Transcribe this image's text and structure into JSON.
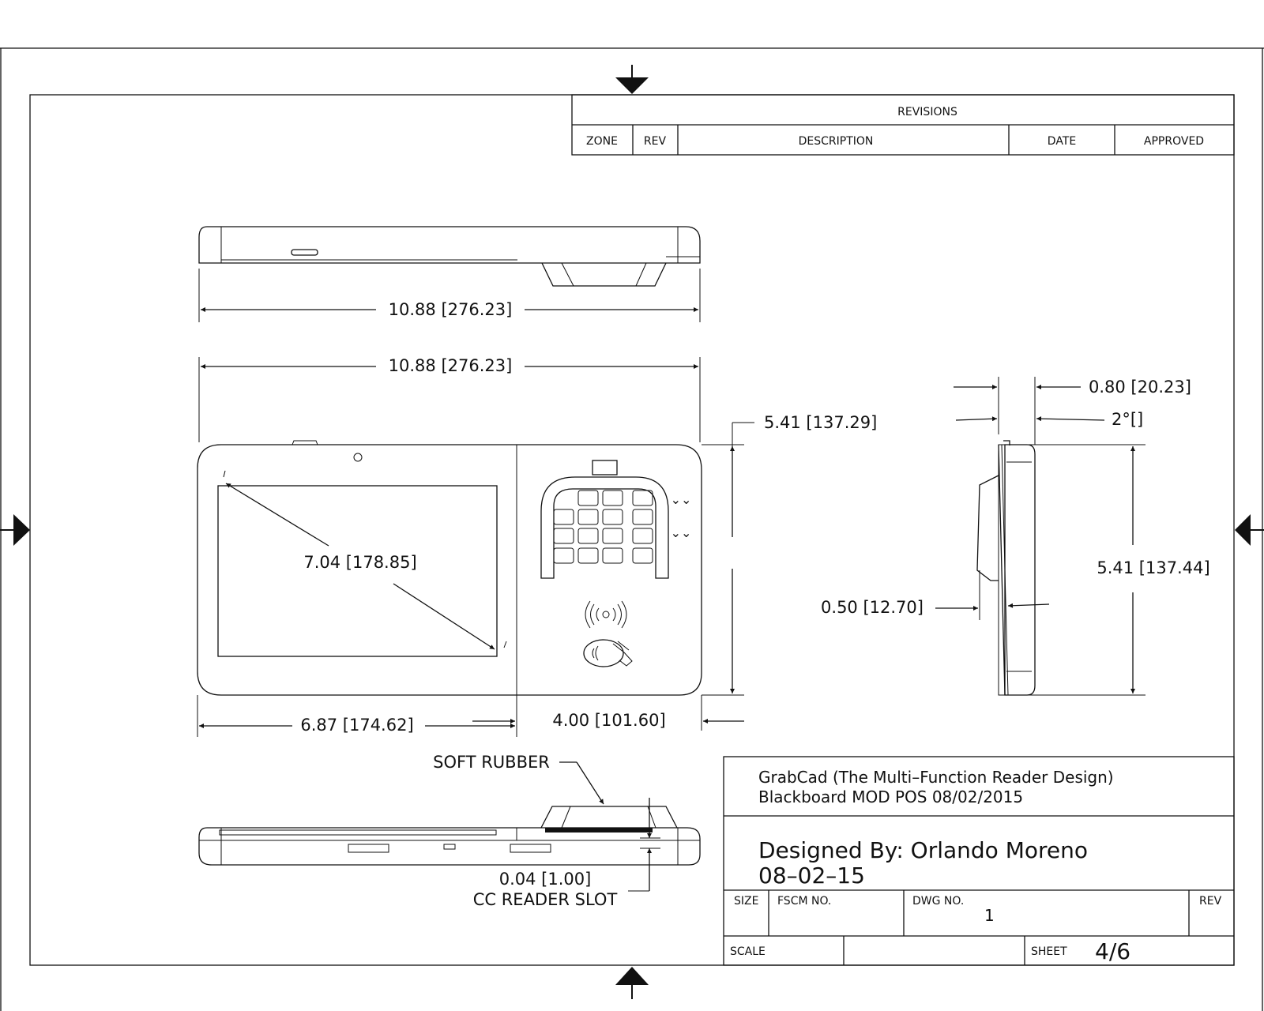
{
  "revisions": {
    "title": "REVISIONS",
    "columns": [
      "ZONE",
      "REV",
      "DESCRIPTION",
      "DATE",
      "APPROVED"
    ]
  },
  "dimensions": {
    "top_width": "10.88 [276.23]",
    "front_width": "10.88 [276.23]",
    "front_height": "5.41 [137.29]",
    "screen_diag": "7.04 [178.85]",
    "left_section": "6.87 [174.62]",
    "right_section": "4.00 [101.60]",
    "side_depth": "0.80 [20.23]",
    "side_angle": "2°[]",
    "side_height": "5.41 [137.44]",
    "side_thickness": "0.50 [12.70]",
    "slot_size": "0.04 [1.00]",
    "slot_label": "CC READER SLOT",
    "rubber_label": "SOFT RUBBER"
  },
  "title_block": {
    "line1": "GrabCad (The Multi–Function Reader Design)",
    "line2": "Blackboard MOD POS 08/02/2015",
    "designer": "Designed By: Orlando Moreno",
    "date": "08–02–15",
    "size_label": "SIZE",
    "fscm_label": "FSCM NO.",
    "dwg_label": "DWG NO.",
    "dwg_value": "1",
    "rev_label": "REV",
    "scale_label": "SCALE",
    "sheet_label": "SHEET",
    "sheet_value": "4/6"
  }
}
